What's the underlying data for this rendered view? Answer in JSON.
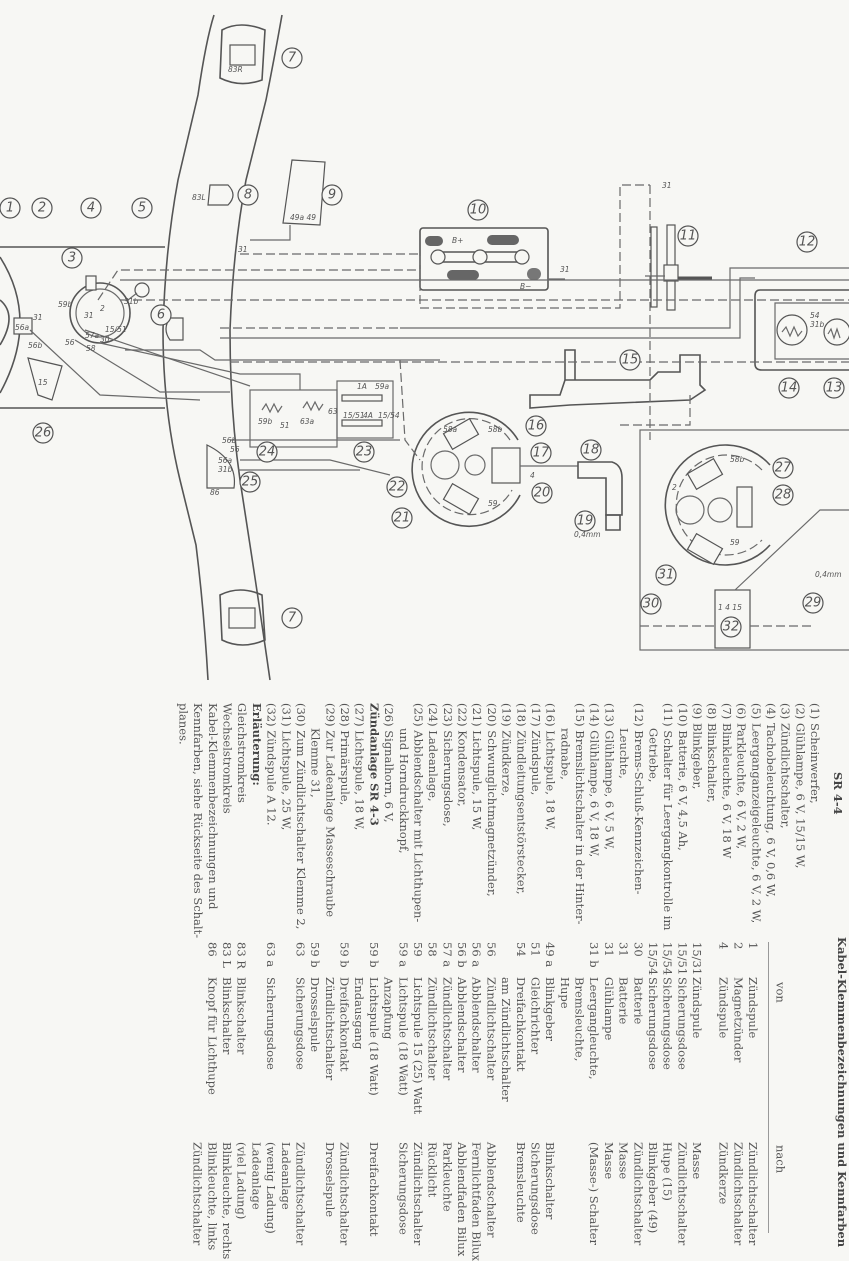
{
  "diagram": {
    "callouts": [
      "1",
      "2",
      "3",
      "4",
      "5",
      "6",
      "7",
      "7",
      "8",
      "9",
      "10",
      "11",
      "12",
      "13",
      "14",
      "15",
      "16",
      "17",
      "18",
      "19",
      "20",
      "21",
      "22",
      "23",
      "24",
      "25",
      "26",
      "27",
      "28",
      "29",
      "30",
      "31",
      "32"
    ],
    "labels": [
      "B+",
      "B−",
      "31",
      "31",
      "31",
      "0,4mm",
      "0,4mm",
      "83R",
      "83L",
      "86",
      "49a 49",
      "1A",
      "59a",
      "15/51",
      "4A",
      "15/54",
      "59b",
      "51",
      "63a",
      "63",
      "56b",
      "56",
      "56a",
      "31b",
      "56a",
      "56b",
      "31",
      "59b",
      "31",
      "2",
      "15/51",
      "30",
      "57a",
      "58",
      "56",
      "31b",
      "15",
      "54",
      "31b",
      "1  4  15",
      "4",
      "58a",
      "58b",
      "59",
      "2",
      "58b",
      "59"
    ]
  },
  "legend": {
    "title": "SR 4-4",
    "lines": [
      {
        "text": "(1) Scheinwerfer,",
        "cont": false
      },
      {
        "text": "(2) Glühlampe, 6 V, 15/15 W,",
        "cont": false
      },
      {
        "text": "(3) Zündlichtschalter,",
        "cont": false
      },
      {
        "text": "(4) Tachobeleuchtung, 6 V, 0,6 W,",
        "cont": false
      },
      {
        "text": "(5) Leerganganzeigeleuchte, 6 V, 2 W,",
        "cont": false
      },
      {
        "text": "(6) Parkleuchte, 6 V, 2 W,",
        "cont": false
      },
      {
        "text": "(7) Blinkleuchte, 6 V, 18 W",
        "cont": false
      },
      {
        "text": "(8) Blinkschalter,",
        "cont": false
      },
      {
        "text": "(9) Blinkgeber,",
        "cont": false
      },
      {
        "text": "(10) Batterie, 6 V, 4,5 Ah,",
        "cont": false
      },
      {
        "text": "(11) Schalter für Leergangkontrolle im",
        "cont": false
      },
      {
        "text": "Getriebe,",
        "cont": true
      },
      {
        "text": "(12) Brems-Schluß-Kennzeichen-",
        "cont": false
      },
      {
        "text": "Leuchte,",
        "cont": true
      },
      {
        "text": "(13) Glühlampe, 6 V, 5 W,",
        "cont": false
      },
      {
        "text": "(14) Glühlampe, 6 V, 18 W,",
        "cont": false
      },
      {
        "text": "(15) Bremslichtschalter in der Hinter-",
        "cont": false
      },
      {
        "text": "radnabe,",
        "cont": true
      },
      {
        "text": "(16) Lichtspule, 18 W,",
        "cont": false
      },
      {
        "text": "(17) Zündspule,",
        "cont": false
      },
      {
        "text": "(18) Zündleitungsentstörstecker,",
        "cont": false
      },
      {
        "text": "(19) Zündkerze,",
        "cont": false
      },
      {
        "text": "(20) Schwunglichtmagnetzünder,",
        "cont": false
      },
      {
        "text": "(21) Lichtspule, 15 W,",
        "cont": false
      },
      {
        "text": "(22) Kondensator,",
        "cont": false
      },
      {
        "text": "(23) Sicherungsdose,",
        "cont": false
      },
      {
        "text": "(24) Ladeanlage,",
        "cont": false
      },
      {
        "text": "(25) Abblendschalter mit Lichthupen-",
        "cont": false
      },
      {
        "text": "und Horndruckknopf,",
        "cont": true
      },
      {
        "text": "(26) Signalhorn, 6 V,",
        "cont": false
      },
      {
        "text": "Zündanlage SR 4-3",
        "cont": false,
        "bold": true
      },
      {
        "text": "(27) Lichtspule, 18 W,",
        "cont": false
      },
      {
        "text": "(28) Primärspule,",
        "cont": false
      },
      {
        "text": "(29) Zur Ladeanlage Masseschraube",
        "cont": false
      },
      {
        "text": "Klemme 31,",
        "cont": true
      },
      {
        "text": "(30) Zum Zündlichtschalter Klemme 2,",
        "cont": false
      },
      {
        "text": "(31) Lichtspule, 25 W,",
        "cont": false
      },
      {
        "text": "(32) Zündspule A 12.",
        "cont": false
      },
      {
        "text": "Erläuterung:",
        "cont": false,
        "bold": true
      },
      {
        "text": "Gleichstromkreis",
        "cont": false
      },
      {
        "text": "Wechselstromkreis",
        "cont": false
      },
      {
        "text": "Kabel-Klemmenbezeichnungen und",
        "cont": false
      },
      {
        "text": "Kennfarben, siehe Rückseite des Schalt-",
        "cont": false
      },
      {
        "text": "planes.",
        "cont": false
      }
    ]
  },
  "table": {
    "title": "Kabel-Klemmenbezeichnungen und Kennfarben",
    "header": {
      "von": "von",
      "nach": "nach"
    },
    "rows_top": [
      [
        "1",
        "Zündspule",
        "Zündlichtschalter"
      ],
      [
        "2",
        "Magnetzünder",
        "Zündlichtschalter"
      ],
      [
        "4",
        "Zündspule",
        "Zündkerze"
      ]
    ],
    "rows": [
      [
        "15/31",
        "Zündspule",
        "Masse"
      ],
      [
        "15/51",
        "Sicherungsdose",
        "Zündlichtschalter"
      ],
      [
        "15/54",
        "Sicherungsdose",
        "Hupe (15)"
      ],
      [
        "15/54",
        "Sicherungsdose",
        "Blinkgeber (49)"
      ],
      [
        "30",
        "Batterie",
        "Zündlichtschalter"
      ],
      [
        "31",
        "Batterie",
        "Masse"
      ],
      [
        "31",
        "Glühlampe",
        "Masse"
      ],
      [
        "31 b",
        "Leergangleuchte,",
        "(Masse-) Schalter"
      ],
      [
        "",
        "Bremsleuchte,",
        ""
      ],
      [
        "",
        "Hupe",
        ""
      ],
      [
        "49 a",
        "Blinkgeber",
        "Blinkschalter"
      ],
      [
        "51",
        "Gleichrichter",
        "Sicherungsdose"
      ],
      [
        "54",
        "Dreifachkontakt",
        "Bremsleuchte"
      ],
      [
        "",
        "am Zündlichtschalter",
        ""
      ],
      [
        "56",
        "Zündlichtschalter",
        "Abblendschalter"
      ],
      [
        "56 a",
        "Abblendschalter",
        "Fernlichtfaden Bilux"
      ],
      [
        "56 b",
        "Abblendschalter",
        "Abblendfaden Bilux"
      ],
      [
        "57 a",
        "Zündlichtschalter",
        "Parkleuchte"
      ],
      [
        "58",
        "Zündlichtschalter",
        "Rücklicht"
      ],
      [
        "59",
        "Lichtspule 15 (25) Watt",
        "Zündlichtschalter"
      ],
      [
        "59 a",
        "Lichtspule (18 Watt)",
        "Sicherungsdose"
      ],
      [
        "",
        "Anzapfung",
        ""
      ],
      [
        "59 b",
        "Lichtspule (18 Watt)",
        "Dreifachkontakt"
      ],
      [
        "",
        "Endausgang",
        ""
      ],
      [
        "59 b",
        "Dreifachkontakt",
        "Zündlichtschalter"
      ],
      [
        "",
        "Zündlichtschalter",
        "Drosselspule"
      ],
      [
        "59 b",
        "Drosselspule",
        ""
      ],
      [
        "63",
        "Sicherungsdose",
        "Zündlichtschalter"
      ],
      [
        "",
        "",
        "Ladeanlage"
      ],
      [
        "63 a",
        "Sicherungsdose",
        "(wenig Ladung)"
      ],
      [
        "",
        "",
        "Ladeanlage"
      ],
      [
        "83 R",
        "Blinkschalter",
        "(viel Ladung)"
      ],
      [
        "83 L",
        "Blinkschalter",
        "Blinkleuchte, rechts"
      ],
      [
        "86",
        "Knopf für Lichthupe",
        "Blinkleuchte, links"
      ],
      [
        "",
        "",
        "Zündlichtschalter"
      ]
    ]
  }
}
